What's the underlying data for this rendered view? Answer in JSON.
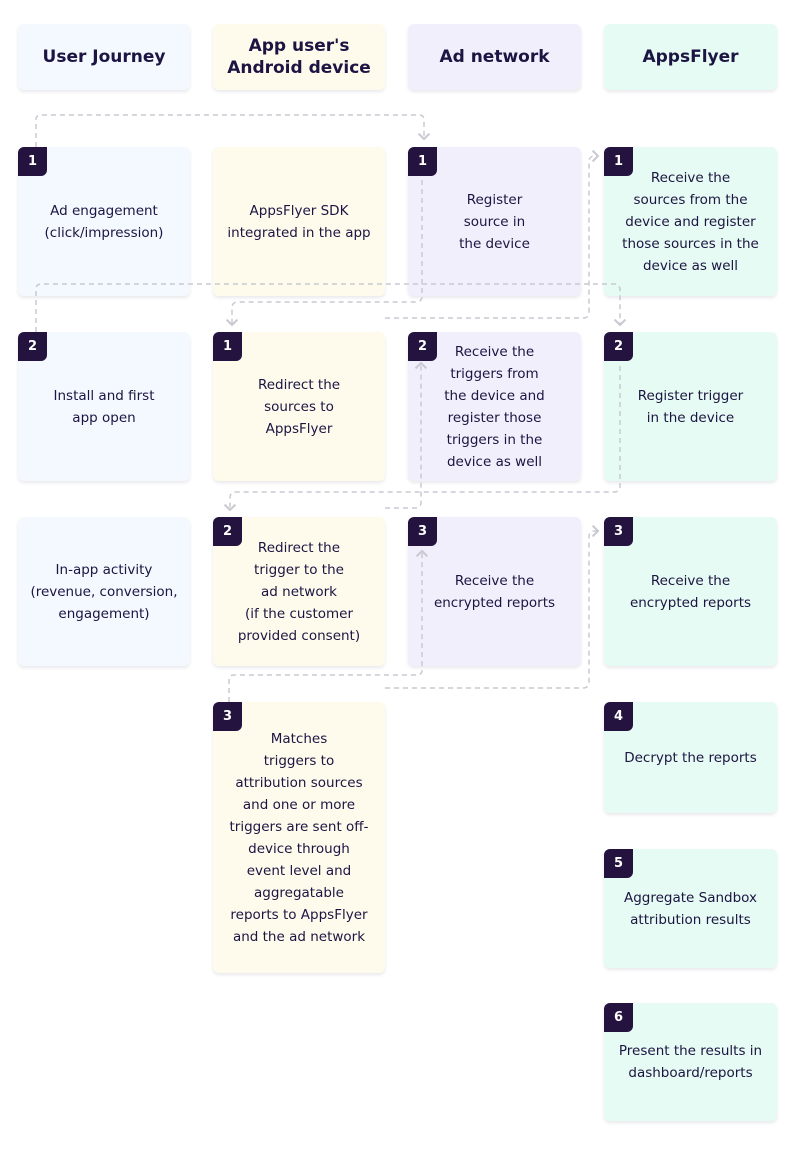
{
  "colors": {
    "journey": "#f3f9fe",
    "device": "#fefbec",
    "adnet": "#f2effc",
    "appsflyer": "#e6fbf3",
    "badge": "#24123f",
    "connector": "#c9c9d1",
    "text": "#1c1442"
  },
  "headers": {
    "journey": "User Journey",
    "device": "App user's\nAndroid device",
    "adnet": "Ad network",
    "appsflyer": "AppsFlyer"
  },
  "journey": {
    "ad_engagement": "Ad engagement\n(click/impression)",
    "ad_engagement_badge": "1",
    "install": "Install and first\napp open",
    "install_badge": "2",
    "in_app": "In-app activity\n(revenue, conversion,\nengagement)"
  },
  "device": {
    "sdk": "AppsFlyer SDK\nintegrated in the app",
    "redirect_sources": "Redirect the\nsources to\nAppsFlyer",
    "redirect_sources_badge": "1",
    "redirect_trigger": "Redirect the\ntrigger to the\nad network\n(if the customer\nprovided consent)",
    "redirect_trigger_badge": "2",
    "matches": "Matches\ntriggers to\nattribution sources\nand one or more\ntriggers are sent off-\ndevice through\nevent level and\naggregatable\nreports to AppsFlyer\nand the ad network",
    "matches_badge": "3"
  },
  "adnet": {
    "register_source": "Register\nsource in\nthe device",
    "register_source_badge": "1",
    "receive_triggers": "Receive the\ntriggers from\nthe device and\nregister those\ntriggers in the\ndevice as well",
    "receive_triggers_badge": "2",
    "receive_reports": "Receive the\nencrypted reports",
    "receive_reports_badge": "3"
  },
  "appsflyer": {
    "receive_sources": "Receive the\nsources from the\ndevice and register\nthose sources in the\ndevice as well",
    "receive_sources_badge": "1",
    "register_trigger": "Register trigger\nin the device",
    "register_trigger_badge": "2",
    "receive_reports": "Receive the\nencrypted reports",
    "receive_reports_badge": "3",
    "decrypt": "Decrypt the reports",
    "decrypt_badge": "4",
    "aggregate": "Aggregate Sandbox\nattribution results",
    "aggregate_badge": "5",
    "present": "Present the results in\ndashboard/reports",
    "present_badge": "6"
  }
}
